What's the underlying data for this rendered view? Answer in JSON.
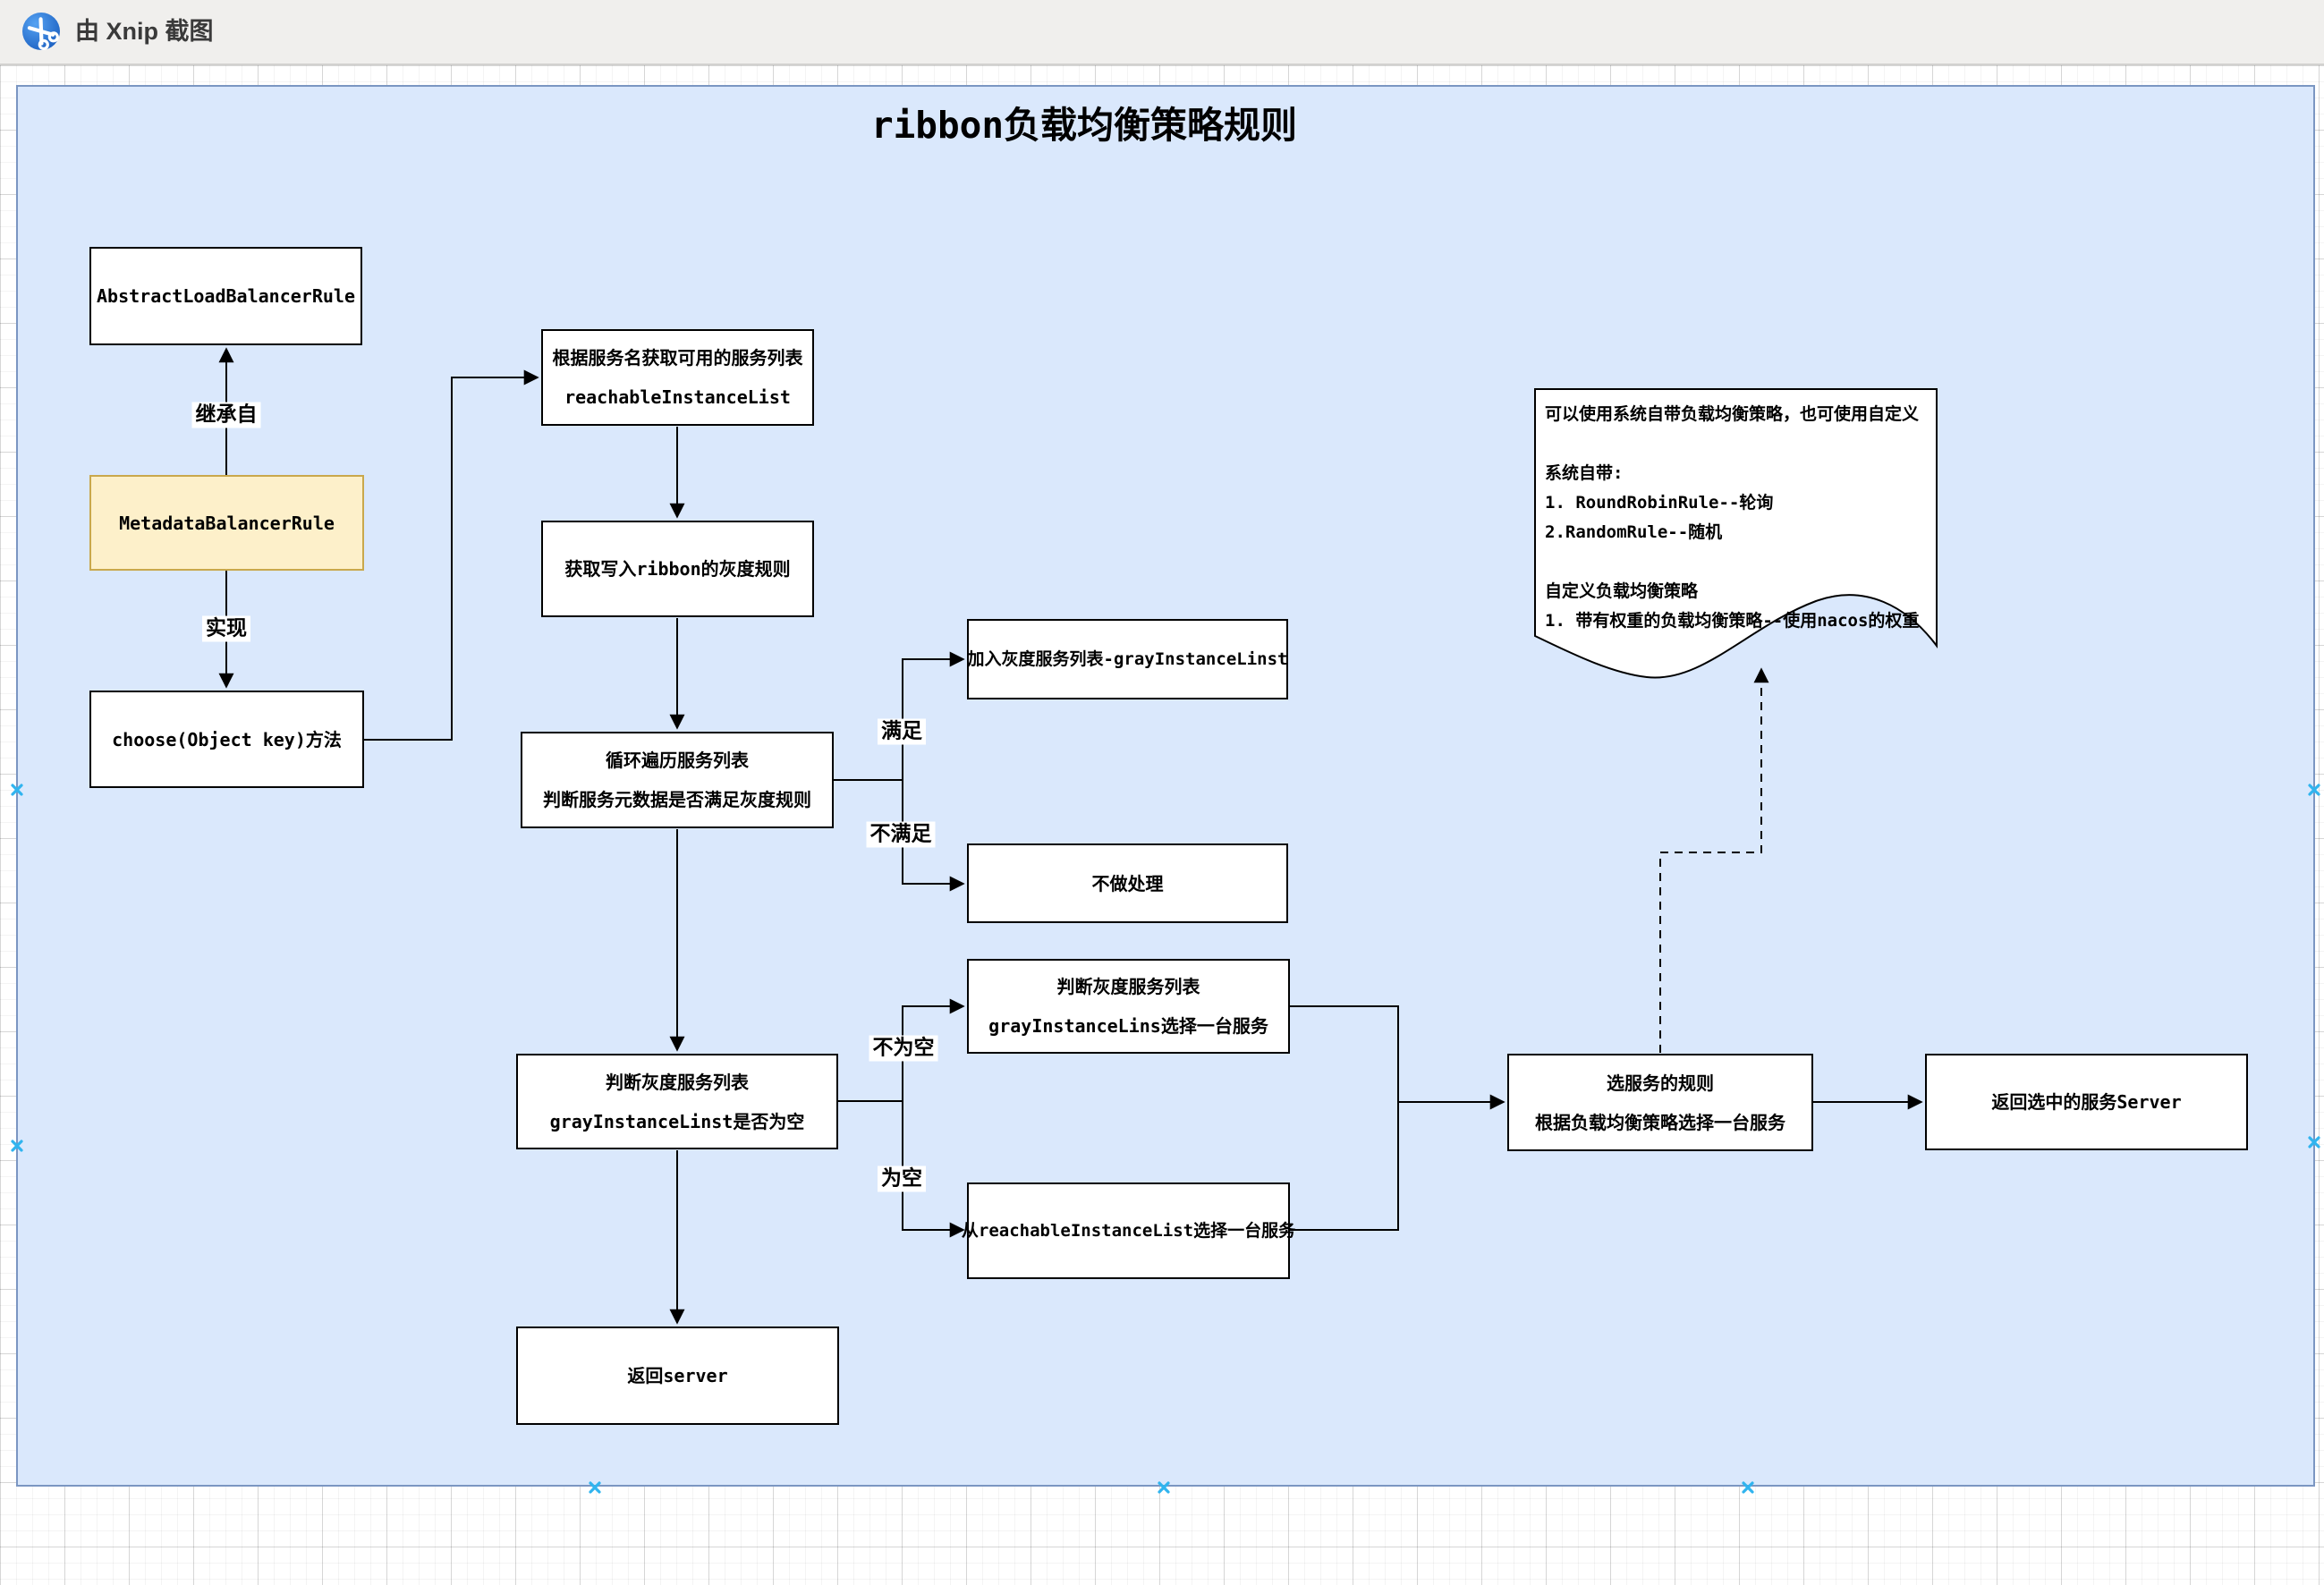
{
  "titlebar": {
    "caption": "由 Xnip 截图"
  },
  "diagram": {
    "title": "ribbon负载均衡策略规则",
    "nodes": {
      "abstract_rule": {
        "label": "AbstractLoadBalancerRule"
      },
      "metadata_rule": {
        "label": "MetadataBalancerRule"
      },
      "choose_method": {
        "label": "choose(Object key)方法"
      },
      "get_reachable": {
        "line1": "根据服务名获取可用的服务列表",
        "line2": "reachableInstanceList"
      },
      "get_gray_rule": {
        "label": "获取写入ribbon的灰度规则"
      },
      "loop_check": {
        "line1": "循环遍历服务列表",
        "line2": "判断服务元数据是否满足灰度规则"
      },
      "add_gray_list": {
        "label": "加入灰度服务列表-grayInstanceLinst"
      },
      "no_action": {
        "label": "不做处理"
      },
      "gray_empty_check": {
        "line1": "判断灰度服务列表",
        "line2": "grayInstanceLinst是否为空"
      },
      "pick_from_gray": {
        "line1": "判断灰度服务列表",
        "line2": "grayInstanceLins选择一台服务"
      },
      "pick_from_reachable": {
        "label": "从reachableInstanceList选择一台服务"
      },
      "select_rule": {
        "line1": "选服务的规则",
        "line2": "根据负载均衡策略选择一台服务"
      },
      "return_selected": {
        "label": "返回选中的服务Server"
      },
      "return_server": {
        "label": "返回server"
      }
    },
    "edge_labels": {
      "inherit": "继承自",
      "implement": "实现",
      "satisfy": "满足",
      "not_satisfy": "不满足",
      "not_empty": "不为空",
      "empty": "为空"
    },
    "note": {
      "lines": [
        "可以使用系统自带负载均衡策略，也可使用自定义",
        "",
        "系统自带:",
        "1. RoundRobinRule--轮询",
        "2.RandomRule--随机",
        "",
        "自定义负载均衡策略",
        "1. 带有权重的负载均衡策略--使用nacos的权重"
      ]
    },
    "colors": {
      "canvas_fill": "#dae8fc",
      "canvas_border": "#7b96c2",
      "node_fill": "#ffffff",
      "node_border": "#000000",
      "highlight_fill": "#fdf0ca",
      "highlight_border": "#c9a84c",
      "handle_cyan": "#30b4ef",
      "topbar_bg": "#f0efed"
    }
  }
}
